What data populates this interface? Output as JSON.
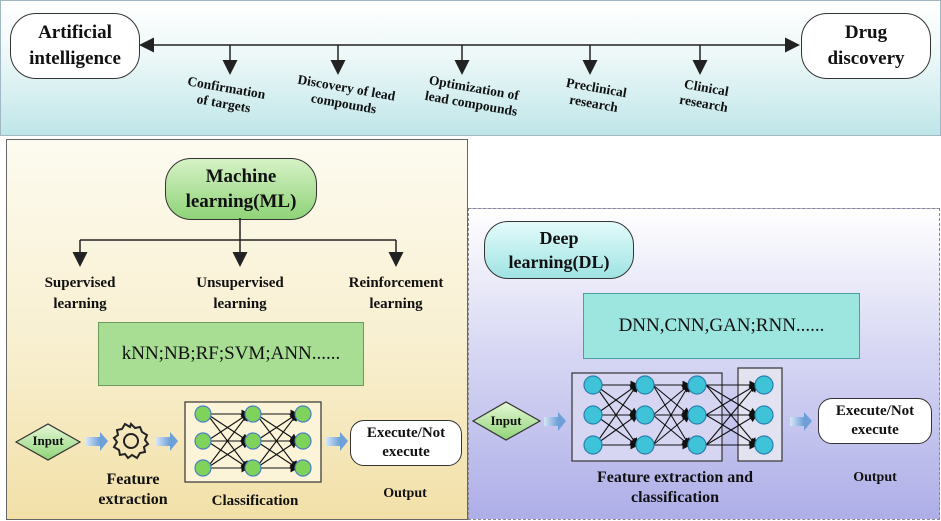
{
  "top": {
    "left_label": "Artificial\nintelligence",
    "right_label": "Drug\ndiscovery",
    "stages": [
      "Confirmation\nof targets",
      "Discovery of lead\ncompounds",
      "Optimization of\nlead compounds",
      "Preclinical\nresearch",
      "Clinical\nresearch"
    ]
  },
  "ml": {
    "title": "Machine\nlearning(ML)",
    "categories": [
      "Supervised\nlearning",
      "Unsupervised\nlearning",
      "Reinforcement\nlearning"
    ],
    "algorithms": "kNN;NB;RF;SVM;ANN......",
    "input": "Input",
    "feature": "Feature\nextraction",
    "classification": "Classification",
    "output_box": "Execute/Not\nexecute",
    "output": "Output"
  },
  "dl": {
    "title": "Deep\nlearning(DL)",
    "algorithms": "DNN,CNN,GAN;RNN......",
    "input": "Input",
    "feature": "Feature extraction and\nclassification",
    "output_box": "Execute/Not\nexecute",
    "output": "Output"
  },
  "colors": {
    "ml_green": "#a8de94",
    "dl_cyan": "#9de6e0",
    "node_green": "#7fd35a",
    "node_cyan": "#3ec3d8"
  }
}
